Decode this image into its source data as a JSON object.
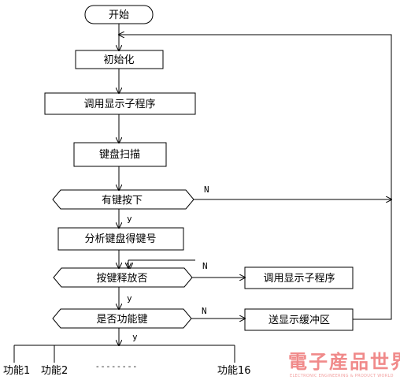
{
  "nodes": {
    "start": "开始",
    "init": "初始化",
    "call_display": "调用显示子程序",
    "keyboard_scan": "键盘扫描",
    "key_pressed": "有键按下",
    "analyze_key": "分析键盘得键号",
    "key_released": "按键释放否",
    "call_display_2": "调用显示子程序",
    "is_function_key": "是否功能键",
    "send_display_buffer": "送显示缓冲区"
  },
  "edge_labels": {
    "n": "N",
    "y": "y"
  },
  "functions": {
    "f1": "功能1",
    "f2": "功能2",
    "dots": "- - - - - - - -",
    "f16": "功能16"
  },
  "watermark": {
    "chinese": "電子産品世界",
    "english": "ELECTRONIC ENGINEERING & PRODUCT WORLD"
  },
  "colors": {
    "stroke": "#000000",
    "watermark": "#f08a8a"
  }
}
